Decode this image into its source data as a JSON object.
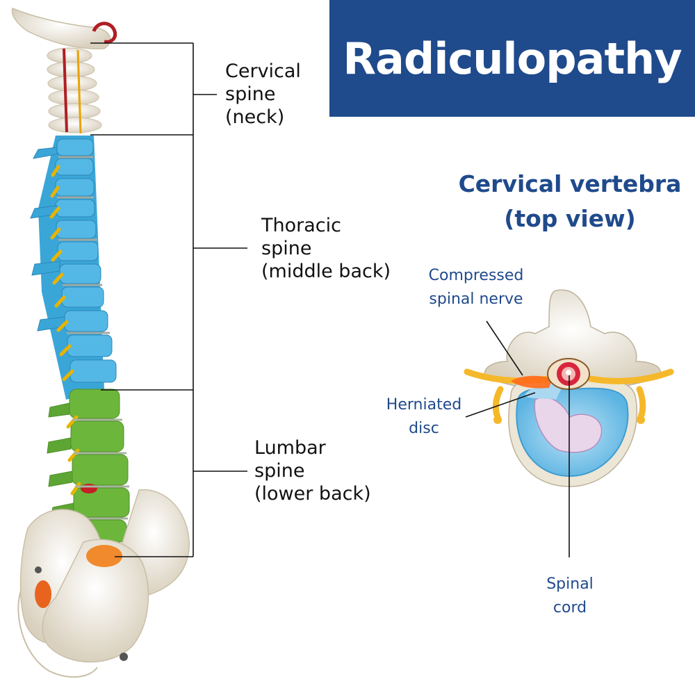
{
  "title": "Radiculopathy",
  "spine_sections": [
    {
      "lines": [
        "Cervical",
        "spine",
        "(neck)"
      ],
      "color": "#f2ecdf"
    },
    {
      "lines": [
        "Thoracic",
        "spine",
        "(middle back)"
      ],
      "color": "#3aa6d8"
    },
    {
      "lines": [
        "Lumbar",
        "spine",
        "(lower back)"
      ],
      "color": "#6cb63c"
    }
  ],
  "vertebra_view": {
    "title_lines": [
      "Cervical vertebra",
      "(top view)"
    ],
    "callouts": {
      "compressed_nerve": [
        "Compressed",
        "spinal nerve"
      ],
      "herniated_disc": [
        "Herniated",
        "disc"
      ],
      "spinal_cord": [
        "Spinal",
        "cord"
      ]
    }
  },
  "colors": {
    "banner": "#1f4a8c",
    "bone": "#f2ecdf",
    "thoracic": "#3aa6d8",
    "lumbar": "#6cb63c",
    "sacrum": "#f08a2c",
    "nerve": "#f5b82a",
    "disc": "#7cc4e8",
    "nucleus": "#e9d6ea"
  }
}
